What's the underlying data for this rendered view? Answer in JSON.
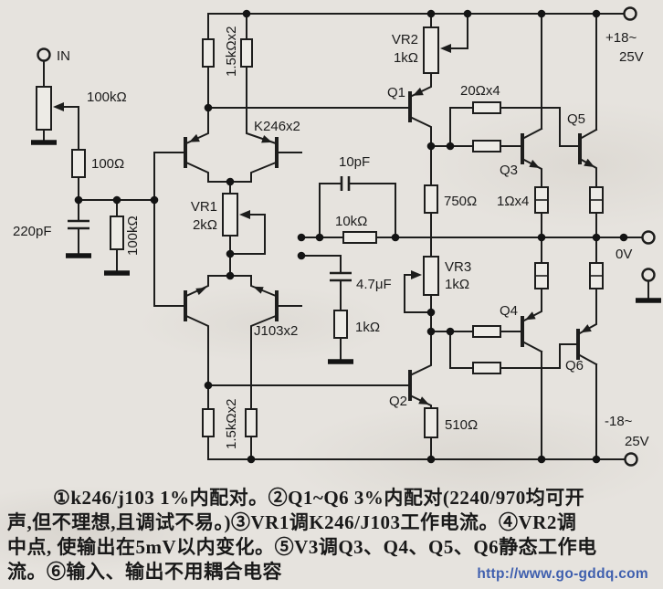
{
  "schematic": {
    "terminals": {
      "in": "IN",
      "v_positive_1": "+18~",
      "v_positive_2": "25V",
      "v_negative_1": "-18~",
      "v_negative_2": "25V",
      "output": "0V"
    },
    "components": {
      "input_level_pot": "100kΩ",
      "gate_stopper": "100Ω",
      "input_filter_cap": "220pF",
      "gate_resistor": "100kΩ",
      "drain_resistors_top": "1.5kΩx2",
      "drain_resistors_bottom": "1.5kΩx2",
      "jfet_pair_top": "K246x2",
      "jfet_pair_bottom": "J103x2",
      "vr1_name": "VR1",
      "vr1_value": "2kΩ",
      "vr2_name": "VR2",
      "vr2_value": "1kΩ",
      "vr3_name": "VR3",
      "vr3_value": "1kΩ",
      "comp_cap": "10pF",
      "feedback_resistor": "10kΩ",
      "vas_resistor": "750Ω",
      "base_resistors": "20Ωx4",
      "emitter_resistors": "1Ωx4",
      "feedback_cap": "4.7μF",
      "feedback_ground_resistor": "1kΩ",
      "q2_emitter_resistor": "510Ω",
      "q1": "Q1",
      "q2": "Q2",
      "q3": "Q3",
      "q4": "Q4",
      "q5": "Q5",
      "q6": "Q6"
    },
    "notes": [
      "①k246/j103 1%内配对。②Q1~Q6 3%内配对(2240/970均可开",
      "声,但不理想,且调试不易。)③VR1调K246/J103工作电流。④VR2调",
      "中点, 使输出在5mV以内变化。⑤V3调Q3、Q4、Q5、Q6静态工作电",
      "流。⑥输入、输出不用耦合电容"
    ],
    "watermark_url": "http://www.go-gddq.com"
  }
}
